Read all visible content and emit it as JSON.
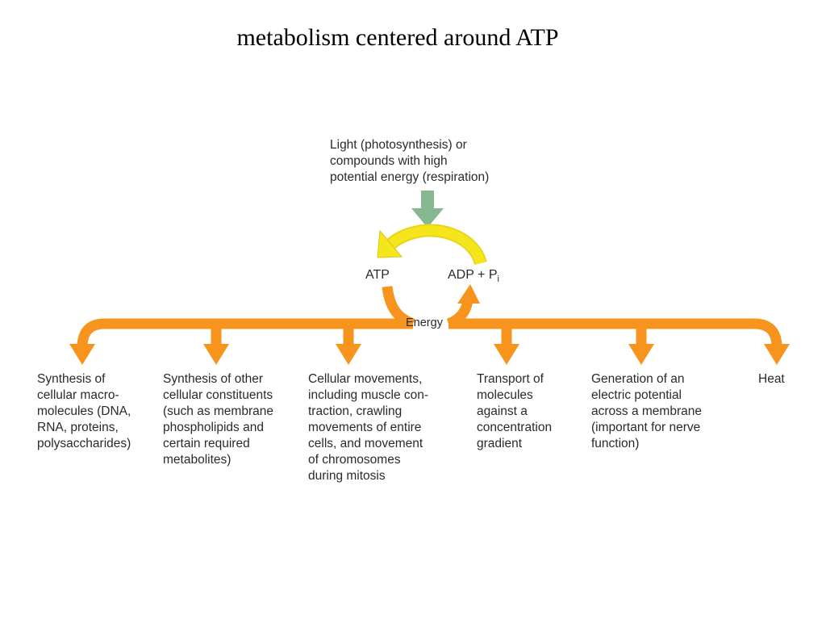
{
  "title": "metabolism centered around ATP",
  "diagram": {
    "source": "Light (photosynthesis) or\ncompounds with high\npotential energy (respiration)",
    "atp": "ATP",
    "adp_main": "ADP + P",
    "adp_sub": "i",
    "energy": "Energy",
    "outputs": [
      "Synthesis of\ncellular macro-\nmolecules (DNA,\nRNA, proteins,\npolysaccharides)",
      "Synthesis of other\ncellular constituents\n(such as membrane\nphospholipids and\ncertain required\nmetabolites)",
      "Cellular movements,\nincluding muscle con-\ntraction, crawling\nmovements of entire\ncells, and movement\nof chromosomes\nduring mitosis",
      "Transport of\nmolecules\nagainst a\nconcentration\ngradient",
      "Generation of an\nelectric potential\nacross a membrane\n(important for nerve\nfunction)",
      "Heat"
    ],
    "colors": {
      "orange": "#f7941d",
      "yellow": "#f5e61c",
      "green": "#85b890",
      "text": "#2a2a2a"
    }
  }
}
